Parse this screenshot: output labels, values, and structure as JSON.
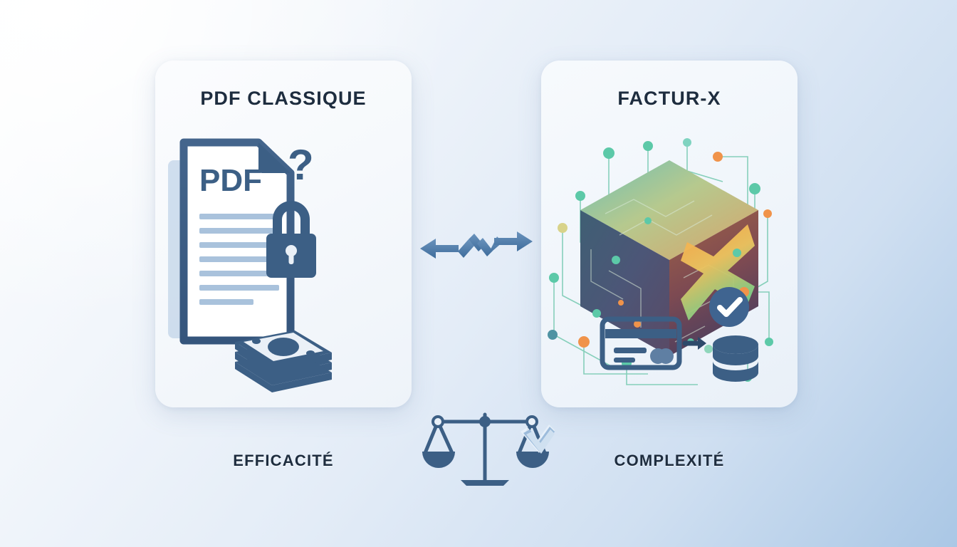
{
  "page": {
    "title": "PDF Classique vs Factur-X comparison",
    "background_from": "#fdfefe",
    "background_to": "#aac7e5"
  },
  "comparison": {
    "left_card": {
      "title": "PDF CLASSIQUE",
      "bottom_label": "EFFICACITÉ",
      "illustration": {
        "document_label": "PDF",
        "icons": [
          "document-icon",
          "padlock-icon",
          "question-mark-icon",
          "money-stack-icon"
        ],
        "ink_color": "#3c5f85",
        "paper_color": "#ffffff",
        "text_line_color": "#a9c2dc",
        "text_line_count": 7
      }
    },
    "right_card": {
      "title": "FACTUR-X",
      "bottom_label": "COMPLEXITÉ",
      "illustration": {
        "icons": [
          "data-cube-icon",
          "x-mark-icon",
          "check-badge-icon",
          "credit-card-icon",
          "arrow-right-icon",
          "database-icon"
        ],
        "cube_top_color": "#7fc9bd",
        "cube_left_color": "#4a5a78",
        "cube_right_color": "#8a4a46",
        "x_gradient_from": "#f7a84a",
        "x_gradient_to": "#73cf8e",
        "node_teal": "#5cc9a8",
        "node_orange": "#f0934a",
        "badge_color": "#3f6490"
      }
    },
    "center": {
      "icon": "bidirectional-zigzag-arrow-icon",
      "color": "#4b74a3"
    },
    "scale": {
      "icon": "balance-scale-icon",
      "color": "#3c5f85",
      "loaded_side": "right",
      "pan_content_icon": "check-documents-icon"
    }
  }
}
